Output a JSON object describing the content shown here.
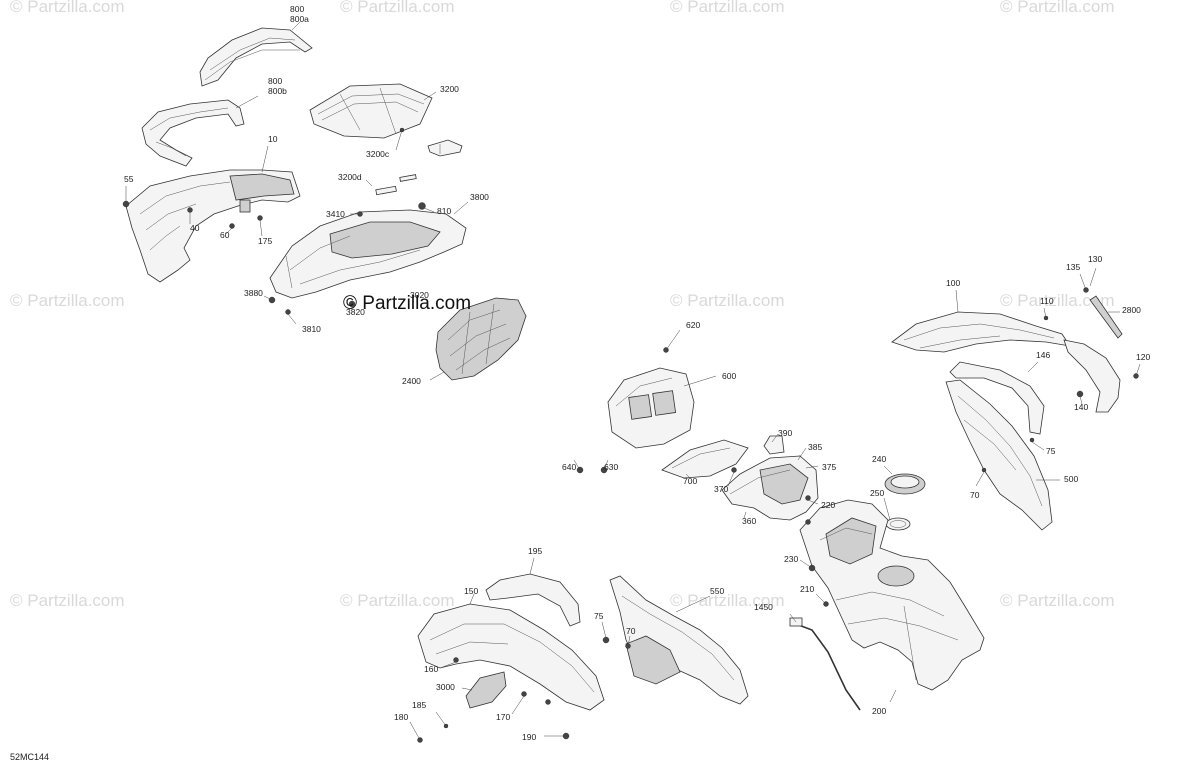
{
  "watermark_text": "© Partzilla.com",
  "brand_text": "© Partzilla.com",
  "diagram_code": "52MC144",
  "callouts": [
    {
      "id": "800-800a",
      "lines": [
        "800",
        "800a"
      ]
    },
    {
      "id": "800-800b",
      "lines": [
        "800",
        "800b"
      ]
    },
    {
      "id": "3200",
      "lines": [
        "3200"
      ]
    },
    {
      "id": "3200c",
      "lines": [
        "3200c"
      ]
    },
    {
      "id": "10",
      "lines": [
        "10"
      ]
    },
    {
      "id": "55",
      "lines": [
        "55"
      ]
    },
    {
      "id": "40",
      "lines": [
        "40"
      ]
    },
    {
      "id": "60",
      "lines": [
        "60"
      ]
    },
    {
      "id": "175",
      "lines": [
        "175"
      ]
    },
    {
      "id": "3200d",
      "lines": [
        "3200d"
      ]
    },
    {
      "id": "3800",
      "lines": [
        "3800"
      ]
    },
    {
      "id": "3410",
      "lines": [
        "3410"
      ]
    },
    {
      "id": "810",
      "lines": [
        "810"
      ]
    },
    {
      "id": "3880",
      "lines": [
        "3880"
      ]
    },
    {
      "id": "3020",
      "lines": [
        "3020"
      ]
    },
    {
      "id": "3820",
      "lines": [
        "3820"
      ]
    },
    {
      "id": "3810",
      "lines": [
        "3810"
      ]
    },
    {
      "id": "2400",
      "lines": [
        "2400"
      ]
    },
    {
      "id": "620",
      "lines": [
        "620"
      ]
    },
    {
      "id": "600",
      "lines": [
        "600"
      ]
    },
    {
      "id": "640",
      "lines": [
        "640"
      ]
    },
    {
      "id": "630",
      "lines": [
        "630"
      ]
    },
    {
      "id": "390",
      "lines": [
        "390"
      ]
    },
    {
      "id": "385",
      "lines": [
        "385"
      ]
    },
    {
      "id": "375",
      "lines": [
        "375"
      ]
    },
    {
      "id": "700",
      "lines": [
        "700"
      ]
    },
    {
      "id": "370",
      "lines": [
        "370"
      ]
    },
    {
      "id": "360",
      "lines": [
        "360"
      ]
    },
    {
      "id": "220",
      "lines": [
        "220"
      ]
    },
    {
      "id": "240",
      "lines": [
        "240"
      ]
    },
    {
      "id": "250",
      "lines": [
        "250"
      ]
    },
    {
      "id": "230",
      "lines": [
        "230"
      ]
    },
    {
      "id": "210",
      "lines": [
        "210"
      ]
    },
    {
      "id": "1450",
      "lines": [
        "1450"
      ]
    },
    {
      "id": "200",
      "lines": [
        "200"
      ]
    },
    {
      "id": "100",
      "lines": [
        "100"
      ]
    },
    {
      "id": "135",
      "lines": [
        "135"
      ]
    },
    {
      "id": "130",
      "lines": [
        "130"
      ]
    },
    {
      "id": "110",
      "lines": [
        "110"
      ]
    },
    {
      "id": "2800",
      "lines": [
        "2800"
      ]
    },
    {
      "id": "146",
      "lines": [
        "146"
      ]
    },
    {
      "id": "120",
      "lines": [
        "120"
      ]
    },
    {
      "id": "140",
      "lines": [
        "140"
      ]
    },
    {
      "id": "75-right",
      "lines": [
        "75"
      ]
    },
    {
      "id": "70-right",
      "lines": [
        "70"
      ]
    },
    {
      "id": "500",
      "lines": [
        "500"
      ]
    },
    {
      "id": "195",
      "lines": [
        "195"
      ]
    },
    {
      "id": "150",
      "lines": [
        "150"
      ]
    },
    {
      "id": "550",
      "lines": [
        "550"
      ]
    },
    {
      "id": "75-left",
      "lines": [
        "75"
      ]
    },
    {
      "id": "70-left",
      "lines": [
        "70"
      ]
    },
    {
      "id": "160",
      "lines": [
        "160"
      ]
    },
    {
      "id": "3000",
      "lines": [
        "3000"
      ]
    },
    {
      "id": "170",
      "lines": [
        "170"
      ]
    },
    {
      "id": "185",
      "lines": [
        "185"
      ]
    },
    {
      "id": "180",
      "lines": [
        "180"
      ]
    },
    {
      "id": "190",
      "lines": [
        "190"
      ]
    }
  ]
}
